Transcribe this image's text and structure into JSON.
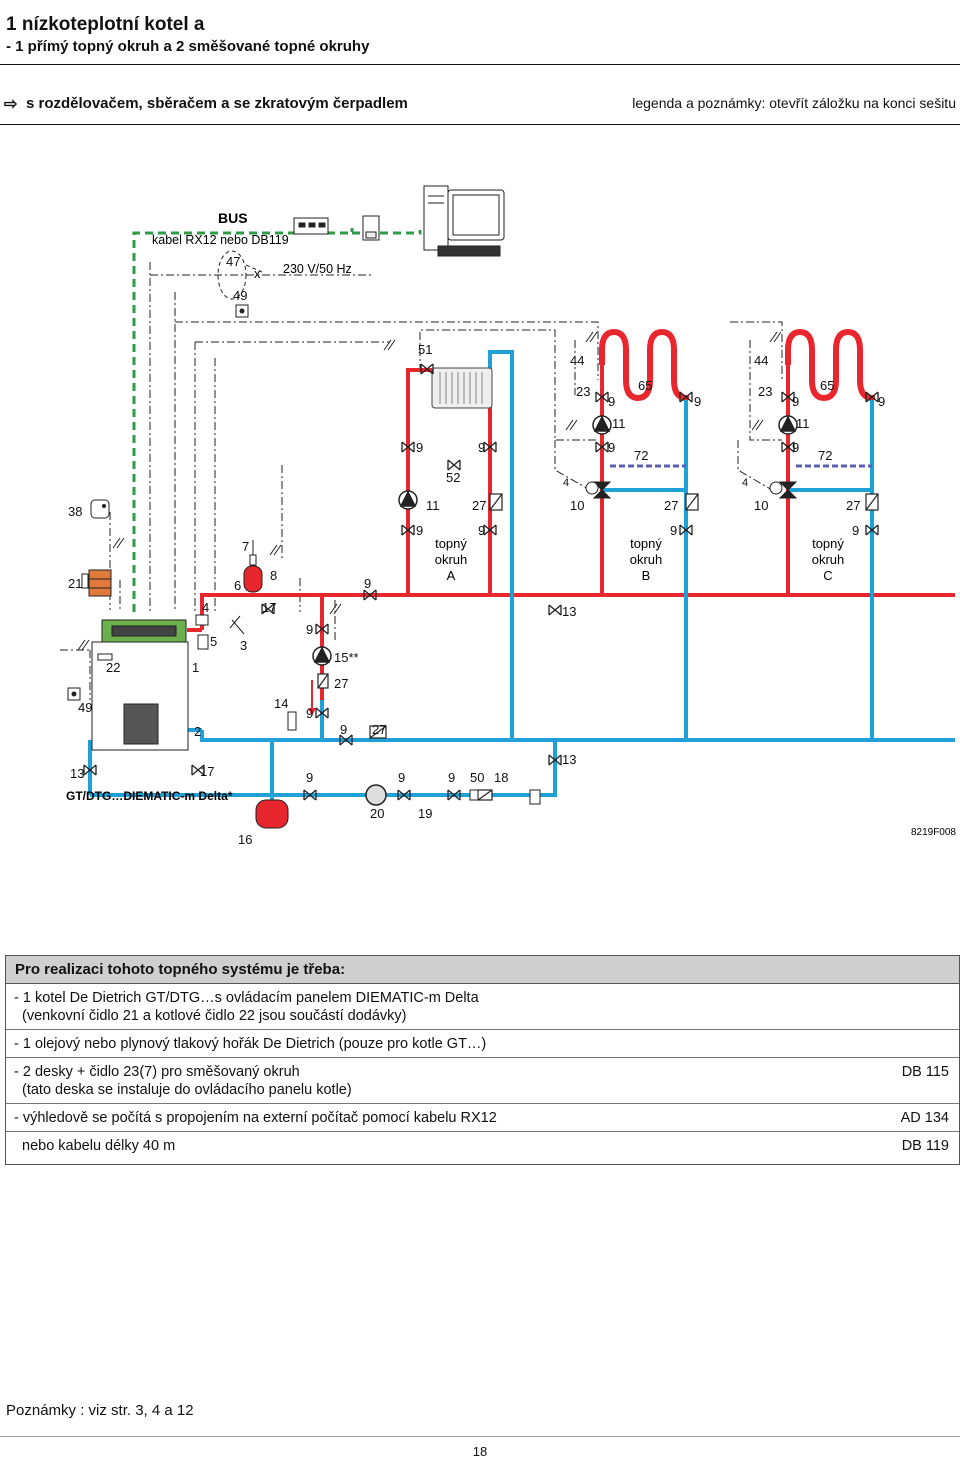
{
  "header": {
    "title": "1 nízkoteplotní kotel a",
    "subtitle": "- 1 přímý topný okruh a 2 směšované topné okruhy",
    "topic": "s rozdělovačem, sběračem a se zkratovým čerpadlem",
    "legend_note": "legenda a poznámky: otevřít záložku na konci sešitu"
  },
  "diagram": {
    "colors": {
      "hot": "#e8262e",
      "cold": "#1fa1d8",
      "bus": "#2e9b46",
      "floor": "#5b5fb0"
    },
    "bus_label": "BUS",
    "cable_label": "kabel RX12 nebo DB119",
    "power_label": "230 V/50 Hz",
    "boiler_label": "GT/DTG…DIEMATIC-m Delta*",
    "drawing_code": "8219F008",
    "circuit_a": {
      "line1": "topný",
      "line2": "okruh",
      "line3": "A"
    },
    "circuit_b": {
      "line1": "topný",
      "line2": "okruh",
      "line3": "B"
    },
    "circuit_c": {
      "line1": "topný",
      "line2": "okruh",
      "line3": "C"
    },
    "n": {
      "n47": "47",
      "n49a": "49",
      "n51": "51",
      "n52": "52",
      "n44b": "44",
      "n23b": "23",
      "n9b1": "9",
      "n65b": "65",
      "n9b2": "9",
      "n11b": "11",
      "n9b3": "9",
      "n72b": "72",
      "n4b": "4",
      "n10b": "10",
      "n27b": "27",
      "n9b4": "9",
      "n44c": "44",
      "n23c": "23",
      "n9c1": "9",
      "n65c": "65",
      "n9c2": "9",
      "n11c": "11",
      "n9c3": "9",
      "n72c": "72",
      "n4c": "4",
      "n10c": "10",
      "n27c": "27",
      "n9c4": "9",
      "n9a1": "9",
      "n9a2": "9",
      "n11a": "11",
      "n27a": "27",
      "n9a3": "9",
      "n9a4": "9",
      "n38": "38",
      "n21": "21",
      "n7": "7",
      "n6": "6",
      "n8": "8",
      "n9mid": "9",
      "n4": "4",
      "n17a": "17",
      "n5": "5",
      "n3": "3",
      "n1": "1",
      "n22": "22",
      "n9p1": "9",
      "n15": "15**",
      "n27p": "27",
      "n14": "14",
      "n9p2": "9",
      "n9p3": "9",
      "n27r": "27",
      "n13a": "13",
      "n49b": "49",
      "n2": "2",
      "n13b": "13",
      "n17b": "17",
      "n9l1": "9",
      "n9l2": "9",
      "n9l3": "9",
      "n50": "50",
      "n18": "18",
      "n13c": "13",
      "n20": "20",
      "n19": "19",
      "n16": "16"
    }
  },
  "requirements": {
    "heading": "Pro realizaci tohoto topného systému je třeba:",
    "items": [
      {
        "line1": "- 1 kotel De Dietrich GT/DTG…s ovládacím panelem DIEMATIC-m Delta",
        "line2": "(venkovní čidlo 21 a kotlové čidlo 22 jsou součástí dodávky)",
        "code": ""
      },
      {
        "line1": "- 1 olejový nebo plynový tlakový hořák De Dietrich (pouze pro kotle GT…)",
        "line2": "",
        "code": ""
      },
      {
        "line1": "- 2 desky + čidlo 23(7) pro směšovaný okruh",
        "line2": "(tato deska se instaluje do ovládacího panelu kotle)",
        "code": "DB 115"
      },
      {
        "line1": "- výhledově se počítá s propojením na externí počítač pomocí kabelu RX12",
        "line2": "",
        "code": "AD 134"
      },
      {
        "line1": "nebo kabelu délky 40 m",
        "line2": "",
        "code": "DB 119"
      }
    ]
  },
  "footer": {
    "notes": "Poznámky : viz str. 3, 4 a 12",
    "page": "18"
  }
}
